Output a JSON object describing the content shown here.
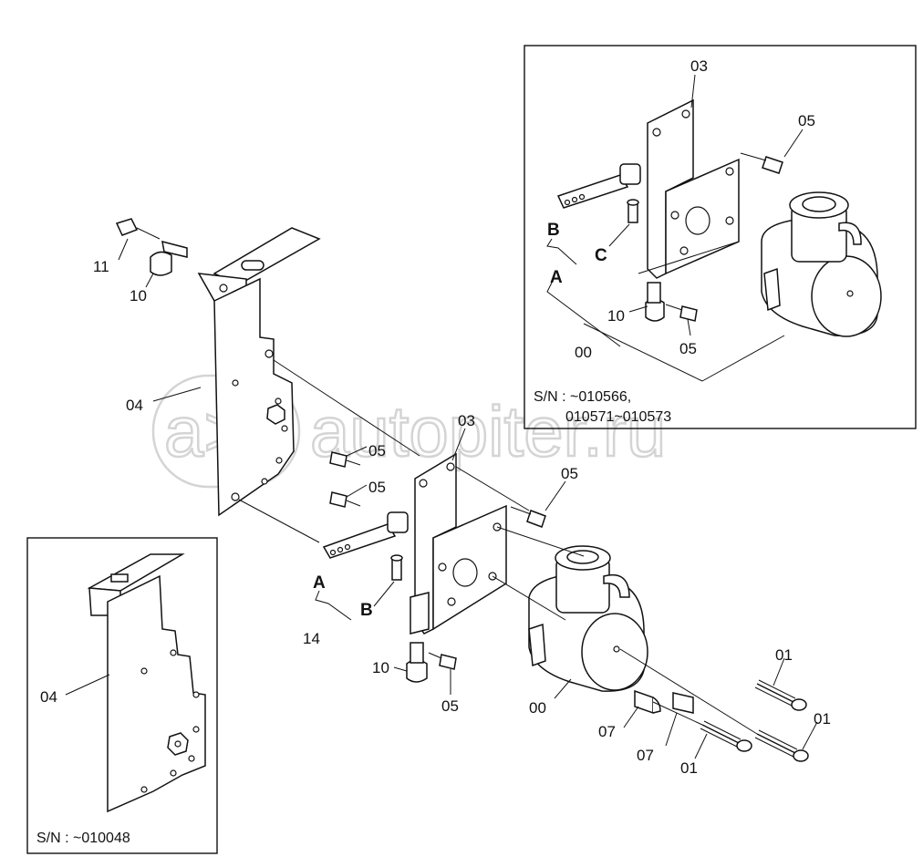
{
  "watermark": {
    "text": "autopiter.ru",
    "symbol": "a>"
  },
  "inset_right": {
    "serial_line1": "S/N :  ~010566,",
    "serial_line2": "010571~010573",
    "labels": {
      "p03": "03",
      "p05a": "05",
      "pB": "B",
      "pC": "C",
      "pA": "A",
      "p10": "10",
      "p05b": "05",
      "p00": "00"
    }
  },
  "inset_left": {
    "serial": "S/N :  ~010048",
    "labels": {
      "p04": "04"
    }
  },
  "main": {
    "labels": {
      "p11": "11",
      "p10a": "10",
      "p04": "04",
      "p05a": "05",
      "p05b": "05",
      "p03": "03",
      "p05c": "05",
      "pA": "A",
      "pB": "B",
      "p14": "14",
      "p10b": "10",
      "p05d": "05",
      "p00": "00",
      "p07a": "07",
      "p07b": "07",
      "p01a": "01",
      "p01b": "01",
      "p01c": "01"
    }
  }
}
